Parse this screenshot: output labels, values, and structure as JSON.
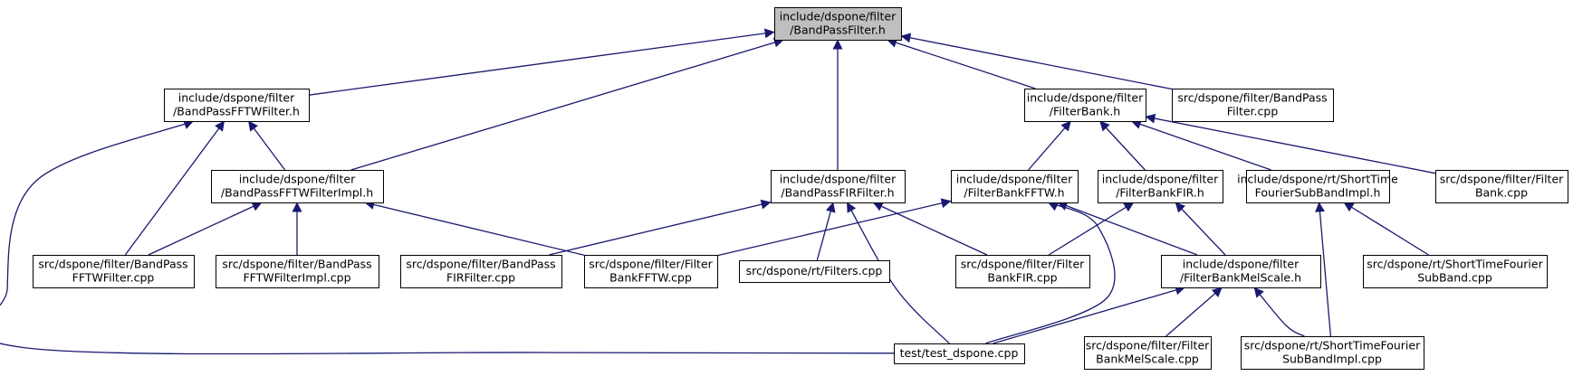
{
  "colors": {
    "edge": "#191970",
    "node_border": "#000000",
    "node_fill": "#ffffff",
    "root_fill": "#bfbfbf",
    "text": "#000000"
  },
  "nodes": [
    {
      "id": "root",
      "lines": [
        "include/dspone/filter",
        "/BandPassFilter.h"
      ],
      "highlight": true
    },
    {
      "id": "bpfftw_h",
      "lines": [
        "include/dspone/filter",
        "/BandPassFFTWFilter.h"
      ]
    },
    {
      "id": "filterbank_h",
      "lines": [
        "include/dspone/filter",
        "/FilterBank.h"
      ]
    },
    {
      "id": "bandpass_cpp",
      "lines": [
        "src/dspone/filter/BandPass",
        "Filter.cpp"
      ]
    },
    {
      "id": "bpfftwimpl_h",
      "lines": [
        "include/dspone/filter",
        "/BandPassFFTWFilterImpl.h"
      ]
    },
    {
      "id": "bpfir_h",
      "lines": [
        "include/dspone/filter",
        "/BandPassFIRFilter.h"
      ]
    },
    {
      "id": "fbfftw_h",
      "lines": [
        "include/dspone/filter",
        "/FilterBankFFTW.h"
      ]
    },
    {
      "id": "fbfir_h",
      "lines": [
        "include/dspone/filter",
        "/FilterBankFIR.h"
      ]
    },
    {
      "id": "stfsbimpl_h",
      "lines": [
        "include/dspone/rt/ShortTime",
        "FourierSubBandImpl.h"
      ]
    },
    {
      "id": "filterbank_cpp",
      "lines": [
        "src/dspone/filter/Filter",
        "Bank.cpp"
      ]
    },
    {
      "id": "bpfftw_cpp",
      "lines": [
        "src/dspone/filter/BandPass",
        "FFTWFilter.cpp"
      ]
    },
    {
      "id": "bpfftwimpl_cpp",
      "lines": [
        "src/dspone/filter/BandPass",
        "FFTWFilterImpl.cpp"
      ]
    },
    {
      "id": "bpfir_cpp",
      "lines": [
        "src/dspone/filter/BandPass",
        "FIRFilter.cpp"
      ]
    },
    {
      "id": "fbfftw_cpp",
      "lines": [
        "src/dspone/filter/Filter",
        "BankFFTW.cpp"
      ]
    },
    {
      "id": "filters_cpp",
      "lines": [
        "src/dspone/rt/Filters.cpp"
      ]
    },
    {
      "id": "fbfir_cpp",
      "lines": [
        "src/dspone/filter/Filter",
        "BankFIR.cpp"
      ]
    },
    {
      "id": "fbmel_h",
      "lines": [
        "include/dspone/filter",
        "/FilterBankMelScale.h"
      ]
    },
    {
      "id": "stfsb_cpp",
      "lines": [
        "src/dspone/rt/ShortTimeFourier",
        "SubBand.cpp"
      ]
    },
    {
      "id": "test_cpp",
      "lines": [
        "test/test_dspone.cpp"
      ]
    },
    {
      "id": "fbmel_cpp",
      "lines": [
        "src/dspone/filter/Filter",
        "BankMelScale.cpp"
      ]
    },
    {
      "id": "stfsbimpl_cpp",
      "lines": [
        "src/dspone/rt/ShortTimeFourier",
        "SubBandImpl.cpp"
      ]
    }
  ],
  "edges": [
    {
      "from": "bpfftw_h",
      "to": "root"
    },
    {
      "from": "bpfftwimpl_h",
      "to": "root"
    },
    {
      "from": "bpfir_h",
      "to": "root"
    },
    {
      "from": "filterbank_h",
      "to": "root"
    },
    {
      "from": "bandpass_cpp",
      "to": "root"
    },
    {
      "from": "bpfftwimpl_h",
      "to": "bpfftw_h"
    },
    {
      "from": "bpfftw_cpp",
      "to": "bpfftw_h"
    },
    {
      "from": "test_cpp",
      "to": "bpfftw_h"
    },
    {
      "from": "bpfftw_cpp",
      "to": "bpfftwimpl_h"
    },
    {
      "from": "bpfftwimpl_cpp",
      "to": "bpfftwimpl_h"
    },
    {
      "from": "fbfftw_cpp",
      "to": "bpfftwimpl_h"
    },
    {
      "from": "bpfir_cpp",
      "to": "bpfir_h"
    },
    {
      "from": "filters_cpp",
      "to": "bpfir_h"
    },
    {
      "from": "fbfir_cpp",
      "to": "bpfir_h"
    },
    {
      "from": "test_cpp",
      "to": "bpfir_h"
    },
    {
      "from": "fbfftw_h",
      "to": "filterbank_h"
    },
    {
      "from": "fbfir_h",
      "to": "filterbank_h"
    },
    {
      "from": "stfsbimpl_h",
      "to": "filterbank_h"
    },
    {
      "from": "filterbank_cpp",
      "to": "filterbank_h"
    },
    {
      "from": "fbfftw_cpp",
      "to": "fbfftw_h"
    },
    {
      "from": "fbmel_h",
      "to": "fbfftw_h"
    },
    {
      "from": "test_cpp",
      "to": "fbfftw_h"
    },
    {
      "from": "fbfir_cpp",
      "to": "fbfir_h"
    },
    {
      "from": "fbmel_h",
      "to": "fbfir_h"
    },
    {
      "from": "stfsb_cpp",
      "to": "stfsbimpl_h"
    },
    {
      "from": "stfsbimpl_cpp",
      "to": "stfsbimpl_h"
    },
    {
      "from": "test_cpp",
      "to": "fbmel_h"
    },
    {
      "from": "fbmel_cpp",
      "to": "fbmel_h"
    },
    {
      "from": "stfsbimpl_cpp",
      "to": "fbmel_h"
    }
  ]
}
